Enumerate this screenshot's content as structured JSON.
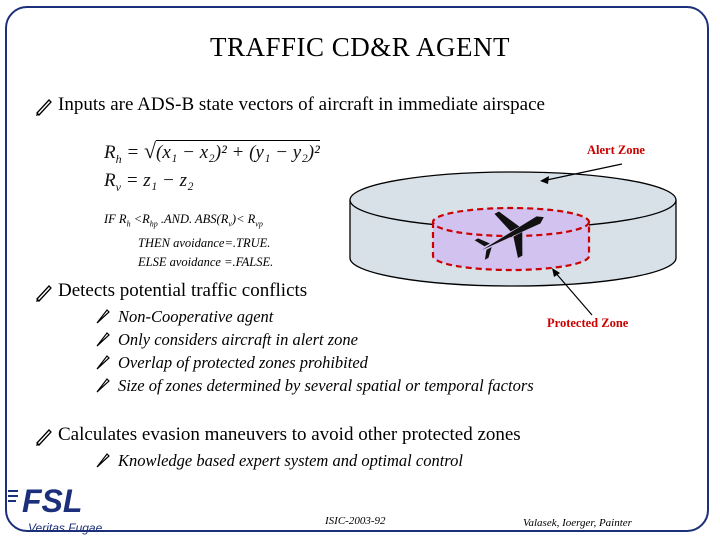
{
  "title": "TRAFFIC CD&R AGENT",
  "bullets": [
    {
      "text": "Inputs are ADS-B state vectors of aircraft in immediate airspace"
    },
    {
      "text": "Detects potential traffic conflicts",
      "subs": [
        "Non-Cooperative agent",
        "Only considers aircraft in alert zone",
        "Overlap of protected zones prohibited",
        "Size of zones determined by several spatial or temporal factors"
      ]
    },
    {
      "text": "Calculates evasion maneuvers to avoid other protected zones",
      "subs": [
        "Knowledge based expert system and optimal control"
      ]
    }
  ],
  "formulas": {
    "rh_symbol": "R",
    "rh_sub": "h",
    "rh_eq": "=",
    "rh_body": "(x₁ − x₂)² + (y₁ − y₂)²",
    "rv_symbol": "R",
    "rv_sub": "v",
    "rv_body": "= z₁ − z₂"
  },
  "logic": {
    "line1_a": "IF R",
    "line1_sub1": "h",
    "line1_b": " <R",
    "line1_sub2": "hp",
    "line1_c": " .AND. ABS(R",
    "line1_sub3": "v",
    "line1_d": ")< R",
    "line1_sub4": "vp",
    "line2": "THEN avoidance=.TRUE.",
    "line3": "ELSE avoidance =.FALSE."
  },
  "diagram": {
    "alert_zone_label": "Alert Zone",
    "protected_zone_label": "Protected Zone",
    "label_color": "#cc0000",
    "alert_cylinder_fill": "#d8e0e8",
    "protected_fill": "#d2c2f0",
    "protected_stroke": "#cc0000"
  },
  "footer": {
    "center": "ISIC-2003-92",
    "right": "Valasek, Ioerger, Painter",
    "logo_text": "FSL",
    "motto": "Veritas Fugae"
  },
  "colors": {
    "frame": "#1c2f7a",
    "logo": "#1c2f7a"
  }
}
